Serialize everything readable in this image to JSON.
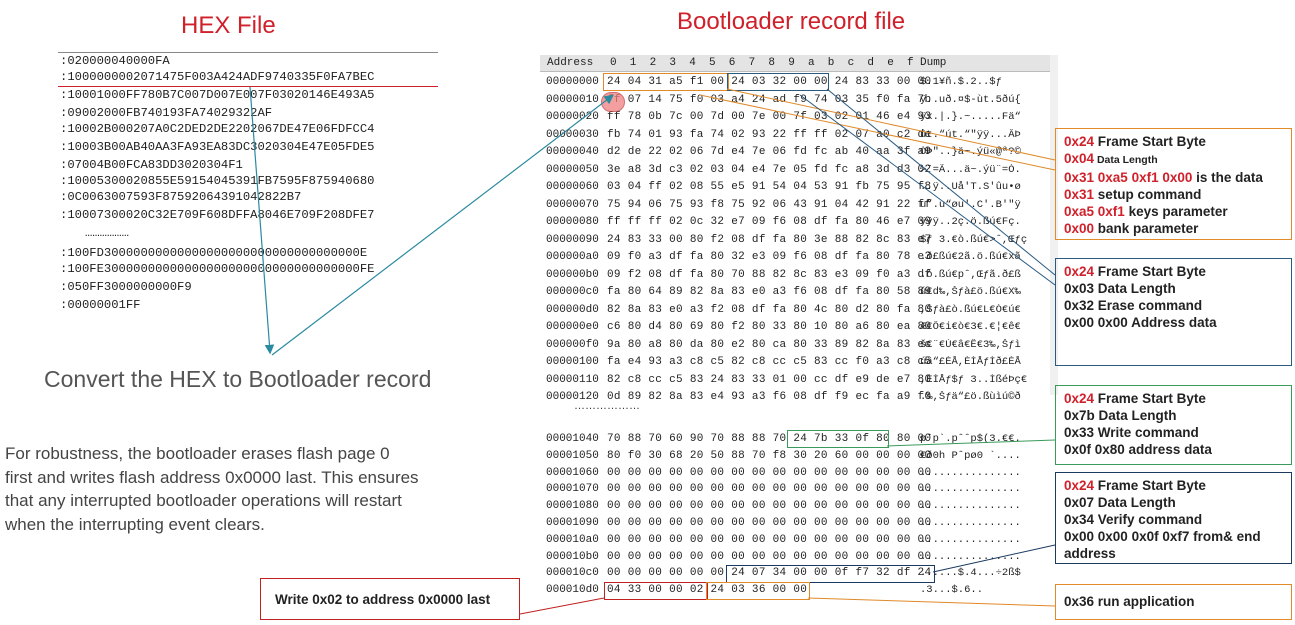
{
  "titles": {
    "hex": "HEX File",
    "bootloader": "Bootloader record file"
  },
  "hex_lines": [
    ":020000040000FA",
    ":1000000002071475F003A424ADF9740335F0FA7BEC",
    ":10001000FF780B7C007D007E007F03020146E493A5",
    ":09002000FB740193FA74029322AF",
    ":10002B000207A0C2DED2DE2202067DE47E06FDFCC4",
    ":10003B00AB40AA3FA93EA83DC3020304E47E05FDE5",
    ":07004B00FCA83DD3020304F1",
    ":10005300020855E59154045391FB7595F875940680",
    ":0C0063007593F87592064391042822B7",
    ":10007300020C32E709F608DFFA8046E709F208DFE7",
    "………………",
    ":100FD30000000000000000000000000000000000E",
    ":100FE30000000000000000000000000000000000FE",
    ":050FF3000000000F9",
    ":00000001FF"
  ],
  "convert_text": "Convert the HEX to Bootloader record",
  "paragraph": [
    "For robustness, the bootloader erases flash page 0",
    "first and writes flash address 0x0000 last. This ensures",
    "that any interrupted bootloader operations will restart",
    "when the interrupting event clears."
  ],
  "editor": {
    "header": {
      "address": "Address",
      "cols": [
        "0",
        "1",
        "2",
        "3",
        "4",
        "5",
        "6",
        "7",
        "8",
        "9",
        "a",
        "b",
        "c",
        "d",
        "e",
        "f"
      ],
      "dump": "Dump"
    },
    "rows_top": [
      {
        "addr": "00000000",
        "bytes": "24 04 31 a5 f1 00 24 03 32 00 00 24 83 33 00 00",
        "dump": "$.1¥ñ.$.2..$ƒ"
      },
      {
        "addr": "00000010",
        "bytes": "ff 07 14 75 f0 03 a4 24 ad f9 74 03 35 f0 fa 7b",
        "dump": "ÿ..uð.¤$-ùt.5ðú{"
      },
      {
        "addr": "00000020",
        "bytes": "ff 78 0b 7c 00 7d 00 7e 00 7f 03 02 01 46 e4 93",
        "dump": "ÿx.|.}.~.....Fä“"
      },
      {
        "addr": "00000030",
        "bytes": "fb 74 01 93 fa 74 02 93 22 ff ff 02 07 a0 c2 de",
        "dump": "ût.“út.“\"ÿÿ...ÂÞ"
      },
      {
        "addr": "00000040",
        "bytes": "d2 de 22 02 06 7d e4 7e 06 fd fc ab 40 aa 3f a9",
        "dump": "ÒÞ\"..}ä~.ýü«@ª?©"
      },
      {
        "addr": "00000050",
        "bytes": "3e a8 3d c3 02 03 04 e4 7e 05 fd fc a8 3d d3 02",
        "dump": ">¨=Ã...ä~.ýü¨=Ó."
      },
      {
        "addr": "00000060",
        "bytes": "03 04 ff 02 08 55 e5 91 54 04 53 91 fb 75 95 f8",
        "dump": "..ÿ..Uå'T.S'ûu•ø"
      },
      {
        "addr": "00000070",
        "bytes": "75 94 06 75 93 f8 75 92 06 43 91 04 42 91 22 ff",
        "dump": "u”.u“øu'.C'.B'\"ÿ"
      },
      {
        "addr": "00000080",
        "bytes": "ff ff ff 02 0c 32 e7 09 f6 08 df fa 80 46 e7 09",
        "dump": "ÿÿÿ..2ç.ö.ßú€Fç."
      },
      {
        "addr": "00000090",
        "bytes": "24 83 33 00 80 f2 08 df fa 80 3e 88 82 8c 83 e7",
        "dump": "$ƒ 3.€ò.ßú€>ˆ,Œƒç"
      },
      {
        "addr": "000000a0",
        "bytes": "09 f0 a3 df fa 80 32 e3 09 f6 08 df fa 80 78 e3",
        "dump": ".ð£ßú€2ã.ö.ßú€xã"
      },
      {
        "addr": "000000b0",
        "bytes": "09 f2 08 df fa 80 70 88 82 8c 83 e3 09 f0 a3 df",
        "dump": ".ò.ßú€pˆ,Œƒã.ð£ß"
      },
      {
        "addr": "000000c0",
        "bytes": "fa 80 64 89 82 8a 83 e0 a3 f6 08 df fa 80 58 89",
        "dump": "ú€d‰,Šƒà£ö.ßú€X‰"
      },
      {
        "addr": "000000d0",
        "bytes": "82 8a 83 e0 a3 f2 08 df fa 80 4c 80 d2 80 fa 80",
        "dump": ",Šƒà£ò.ßú€L€Ò€ú€"
      },
      {
        "addr": "000000e0",
        "bytes": "c6 80 d4 80 69 80 f2 80 33 80 10 80 a6 80 ea 80",
        "dump": "Æ€Ô€i€ò€3€.€¦€ê€"
      },
      {
        "addr": "000000f0",
        "bytes": "9a 80 a8 80 da 80 e2 80 ca 80 33 89 82 8a 83 ec",
        "dump": "š€¨€Ú€â€Ê€3‰,Šƒì"
      },
      {
        "addr": "00000100",
        "bytes": "fa e4 93 a3 c8 c5 82 c8 cc c5 83 cc f0 a3 c8 c5",
        "dump": "úä“£ÈÅ,ÈÌÅƒÌð£ÈÅ"
      },
      {
        "addr": "00000110",
        "bytes": "82 c8 cc c5 83 24 83 33 01 00 cc df e9 de e7 80",
        "dump": ",ÈÌÅƒ$ƒ 3..ÌßéÞç€"
      },
      {
        "addr": "00000120",
        "bytes": "0d 89 82 8a 83 e4 93 a3 f6 08 df f9 ec fa a9 f0",
        "dump": ".‰,Šƒä“£ö.ßùìú©ð"
      }
    ],
    "ellipsis": "………………",
    "rows_bottom": [
      {
        "addr": "00001040",
        "bytes": "70 88 70 60 90 70 88 88 70 24 7b 33 0f 80 80 00",
        "dump": "pˆp`.pˆˆp$(3.€€."
      },
      {
        "addr": "00001050",
        "bytes": "80 f0 30 68 20 50 88 70 f8 30 20 60 00 00 00 00",
        "dump": "€ð0h Pˆpø0 `...."
      },
      {
        "addr": "00001060",
        "bytes": "00 00 00 00 00 00 00 00 00 00 00 00 00 00 00 00",
        "dump": "................"
      },
      {
        "addr": "00001070",
        "bytes": "00 00 00 00 00 00 00 00 00 00 00 00 00 00 00 00",
        "dump": "................"
      },
      {
        "addr": "00001080",
        "bytes": "00 00 00 00 00 00 00 00 00 00 00 00 00 00 00 00",
        "dump": "................"
      },
      {
        "addr": "00001090",
        "bytes": "00 00 00 00 00 00 00 00 00 00 00 00 00 00 00 00",
        "dump": "................"
      },
      {
        "addr": "000010a0",
        "bytes": "00 00 00 00 00 00 00 00 00 00 00 00 00 00 00 00",
        "dump": "................"
      },
      {
        "addr": "000010b0",
        "bytes": "00 00 00 00 00 00 00 00 00 00 00 00 00 00 00 00",
        "dump": "................"
      },
      {
        "addr": "000010c0",
        "bytes": "00 00 00 00 00 00 24 07 34 00 00 0f f7 32 df 24",
        "dump": "......$.4...÷2ß$"
      },
      {
        "addr": "000010d0",
        "bytes": "04 33 00 00 02 24 03 36 00 00",
        "dump": ".3...$.6.."
      }
    ]
  },
  "boxes": {
    "setup": [
      {
        "code": "0x24",
        "text": " Frame Start Byte"
      },
      {
        "code": "0x04",
        "text": " Data Length",
        "small": true
      },
      {
        "code": "0x31 0xa5 0xf1 0x00",
        "text": " is the data"
      },
      {
        "code": "0x31",
        "text": " setup command"
      },
      {
        "code": "0xa5 0xf1",
        "text": " keys parameter"
      },
      {
        "code": "0x00",
        "text": " bank parameter"
      }
    ],
    "erase": [
      {
        "code": "0x24",
        "text": " Frame Start Byte"
      },
      {
        "code": "",
        "text": "0x03 Data Length"
      },
      {
        "code": "",
        "text": "0x32 Erase command"
      },
      {
        "code": "",
        "text": "0x00 0x00 Address data"
      }
    ],
    "write": [
      {
        "code": "0x24",
        "text": " Frame Start Byte"
      },
      {
        "code": "",
        "text": "0x7b Data Length"
      },
      {
        "code": "",
        "text": "0x33 Write command"
      },
      {
        "code": "",
        "text": "0x0f 0x80 address data"
      }
    ],
    "verify": [
      {
        "code": "0x24",
        "text": " Frame Start Byte"
      },
      {
        "code": "",
        "text": "0x07 Data Length"
      },
      {
        "code": "",
        "text": "0x34 Verify command"
      },
      {
        "code": "",
        "text": "0x00 0x00 0x0f 0xf7 from& end address"
      }
    ],
    "run": "0x36 run application",
    "write_last": "Write 0x02 to address 0x0000 last"
  },
  "colors": {
    "title": "#d0202a",
    "orange": "#e08a2a",
    "blue": "#2a5a80",
    "green": "#3a9a5a",
    "teal": "#2a8aa0",
    "highlight": "#f08080"
  }
}
